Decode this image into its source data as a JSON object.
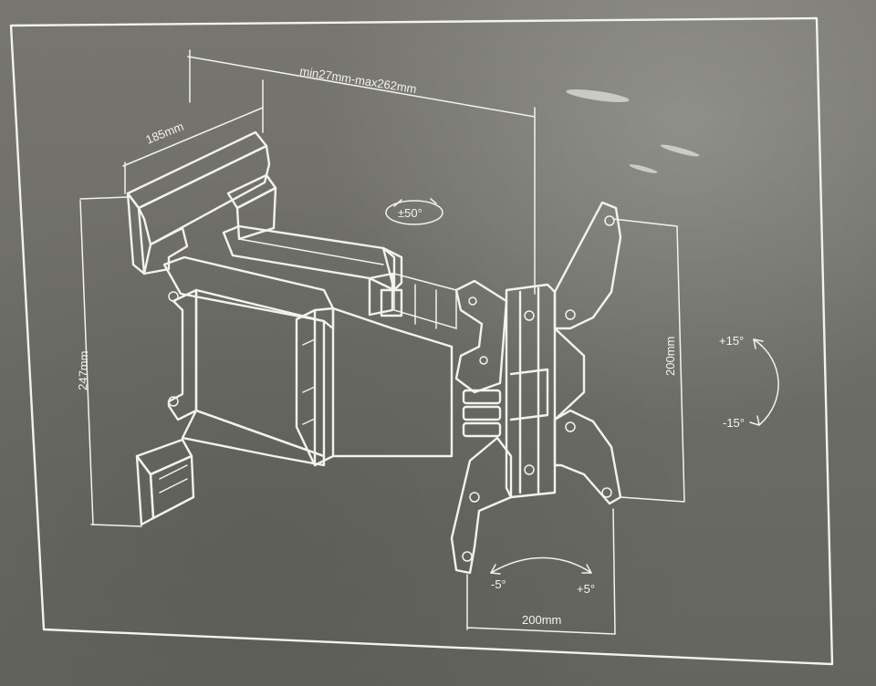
{
  "labels": {
    "arm_extension": "min27mm-max262mm",
    "wall_plate_width": "185mm",
    "wall_plate_height": "247mm",
    "vesa_vertical": "200mm",
    "vesa_horizontal": "200mm",
    "swivel": "±50°",
    "tilt_up": "+15°",
    "tilt_down": "-15°",
    "rotate_left": "-5°",
    "rotate_right": "+5°"
  }
}
